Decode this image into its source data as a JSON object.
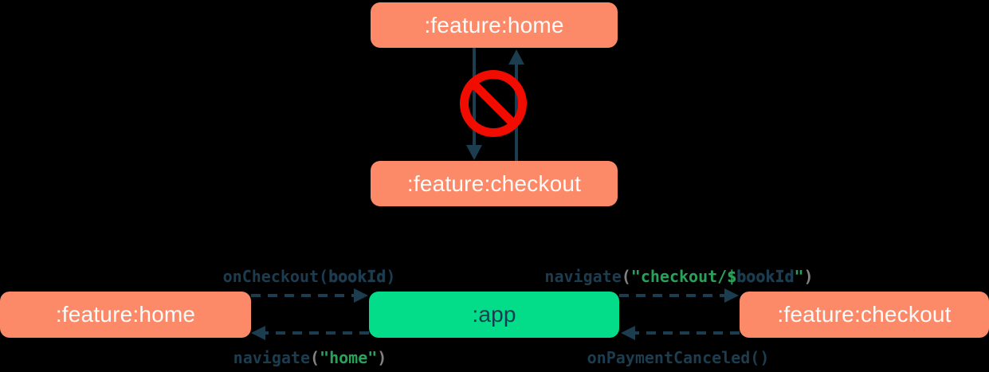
{
  "colors": {
    "background": "#000000",
    "module_salmon": "#FC8A68",
    "app_green": "#03DD8A",
    "navy": "#1C3C50",
    "code_navy": "#1C3C50",
    "code_green": "#2AA15B",
    "code_gray": "#828282",
    "forbidden_red": "#F20C00",
    "box_text_light": "#FDFBFA"
  },
  "top_diagram": {
    "home_label": ":feature:home",
    "checkout_label": ":feature:checkout",
    "forbidden_icon": "no-entry-icon",
    "edges": [
      {
        "from": ":feature:home",
        "to": ":feature:checkout",
        "style": "solid",
        "status": "forbidden"
      },
      {
        "from": ":feature:checkout",
        "to": ":feature:home",
        "style": "solid",
        "status": "forbidden"
      }
    ]
  },
  "bottom_diagram": {
    "home_label": ":feature:home",
    "app_label": ":app",
    "checkout_label": ":feature:checkout",
    "edges": [
      {
        "from": ":feature:home",
        "to": ":app",
        "style": "dashed",
        "label": "onCheckout(bookId)"
      },
      {
        "from": ":app",
        "to": ":feature:home",
        "style": "dashed",
        "label": "navigate(\"home\")"
      },
      {
        "from": ":app",
        "to": ":feature:checkout",
        "style": "dashed",
        "label": "navigate(\"checkout/$bookId\")"
      },
      {
        "from": ":feature:checkout",
        "to": ":app",
        "style": "dashed",
        "label": "onPaymentCanceled()"
      }
    ],
    "labels": {
      "on_checkout": {
        "segments": [
          {
            "text": "onCheckout("
          },
          {
            "text": "bookId"
          },
          {
            "text": ")"
          }
        ]
      },
      "navigate_checkout": {
        "segments": [
          {
            "text": "navigate"
          },
          {
            "text": "("
          },
          {
            "text": "\"checkout/"
          },
          {
            "text": "$"
          },
          {
            "text": "bookId"
          },
          {
            "text": "\""
          },
          {
            "text": ")"
          }
        ]
      },
      "navigate_home": {
        "segments": [
          {
            "text": "navigate"
          },
          {
            "text": "("
          },
          {
            "text": "\"home\""
          },
          {
            "text": ")"
          }
        ]
      },
      "on_payment_canceled": {
        "segments": [
          {
            "text": "onPaymentCanceled()"
          }
        ]
      }
    }
  }
}
